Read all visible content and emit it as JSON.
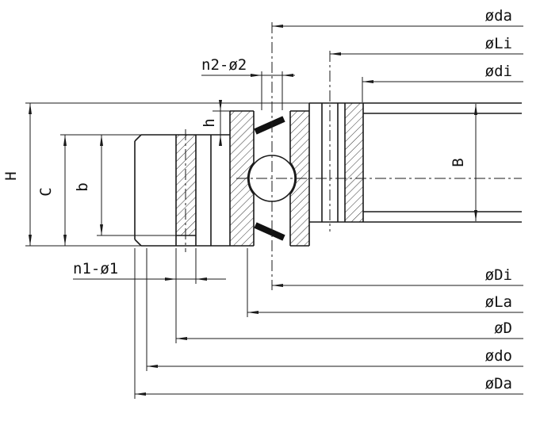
{
  "drawing": {
    "kind": "slewing-bearing-cross-section",
    "colors": {
      "line": "#1a1a1a",
      "background": "#ffffff"
    },
    "labels": {
      "da": "øda",
      "Li": "øLi",
      "di": "ødi",
      "B": "B",
      "Di": "øDi",
      "La": "øLa",
      "D": "øD",
      "do": "ødo",
      "Da": "øDa",
      "H": "H",
      "C": "C",
      "b": "b",
      "h": "h",
      "n2": "n2-ø2",
      "n1": "n1-ø1"
    }
  }
}
